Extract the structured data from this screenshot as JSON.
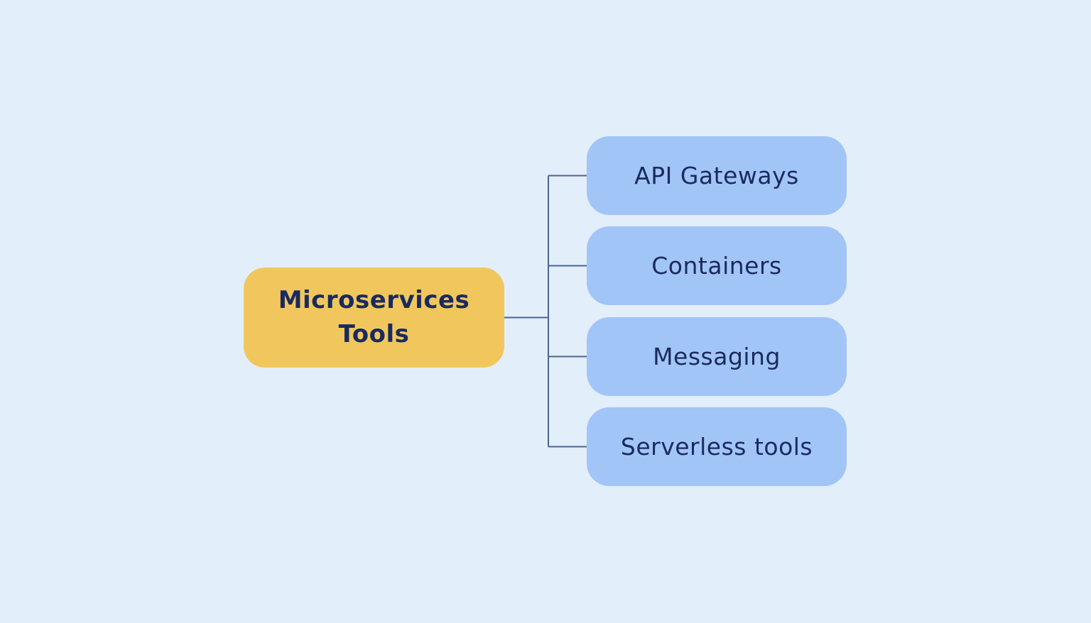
{
  "diagram": {
    "type": "mindmap",
    "root": {
      "label": "Microservices Tools"
    },
    "children": [
      {
        "label": "API Gateways"
      },
      {
        "label": "Containers"
      },
      {
        "label": "Messaging"
      },
      {
        "label": "Serverless tools"
      }
    ]
  },
  "colors": {
    "background": "#e3eefb",
    "root_fill": "#f1c75d",
    "child_fill": "#a2c5f7",
    "text_color": "#1b2a5e",
    "line_color": "#4a6590"
  }
}
